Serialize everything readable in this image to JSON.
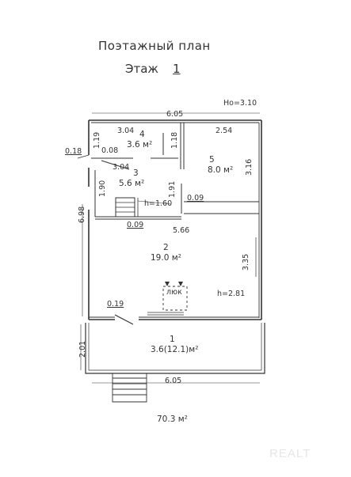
{
  "title": "Поэтажный план",
  "floor_label": "Этаж",
  "floor_number": "1",
  "height_total": "Но=3.10",
  "dims": {
    "top_width": "6.05",
    "bottom_width": "6.05",
    "d_304_a": "3.04",
    "d_119": "1.19",
    "d_018": "0.18",
    "d_008": "0.08",
    "d_118": "1.18",
    "d_254": "2.54",
    "d_316": "3.16",
    "d_304_b": "3.04",
    "d_190": "1.90",
    "d_191": "1.91",
    "d_009_a": "0.09",
    "d_698": "6.98",
    "h_160": "h=1.60",
    "d_009_b": "0.09",
    "d_566": "5.66",
    "d_335": "3.35",
    "h_281": "h=2.81",
    "d_019": "0.19",
    "d_201": "2.01"
  },
  "rooms": [
    {
      "num": "4",
      "area": "3.6 м²"
    },
    {
      "num": "5",
      "area": "8.0 м²"
    },
    {
      "num": "3",
      "area": "5.6 м²"
    },
    {
      "num": "2",
      "area": "19.0 м²"
    },
    {
      "num": "1",
      "area": "3.6(12.1)м²"
    }
  ],
  "hatch_label": "люк",
  "total_area": "70.3 м²",
  "watermark": "REALT"
}
